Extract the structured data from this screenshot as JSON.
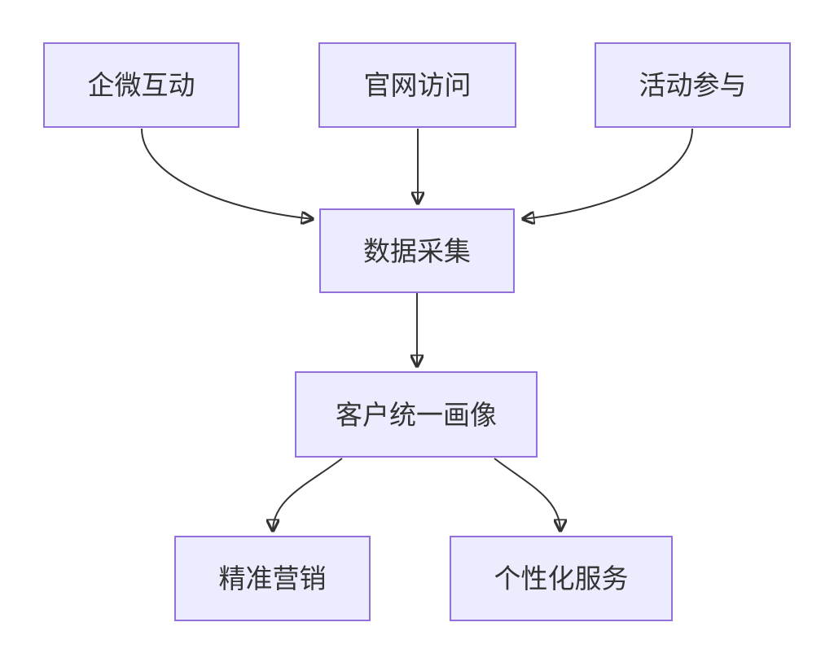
{
  "diagram": {
    "type": "flowchart",
    "direction": "top-down",
    "nodes": {
      "wecom": {
        "label": "企微互动"
      },
      "website": {
        "label": "官网访问"
      },
      "activity": {
        "label": "活动参与"
      },
      "collect": {
        "label": "数据采集"
      },
      "profile": {
        "label": "客户统一画像"
      },
      "marketing": {
        "label": "精准营销"
      },
      "service": {
        "label": "个性化服务"
      }
    },
    "edges": [
      {
        "from": "企微互动",
        "to": "数据采集"
      },
      {
        "from": "官网访问",
        "to": "数据采集"
      },
      {
        "from": "活动参与",
        "to": "数据采集"
      },
      {
        "from": "数据采集",
        "to": "客户统一画像"
      },
      {
        "from": "客户统一画像",
        "to": "精准营销"
      },
      {
        "from": "客户统一画像",
        "to": "个性化服务"
      }
    ],
    "colors": {
      "node_fill": "#ECECFF",
      "node_border": "#9370DB",
      "text": "#333333",
      "edge": "#333333",
      "background": "#FFFFFF"
    }
  }
}
